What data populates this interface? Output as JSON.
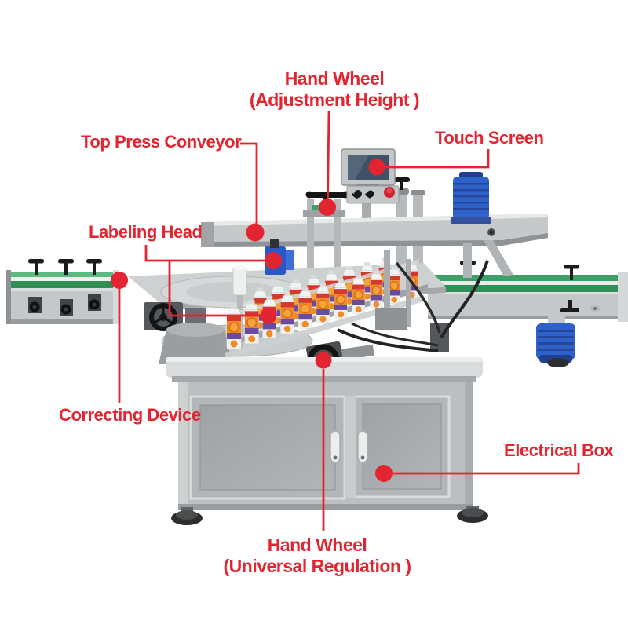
{
  "labels": {
    "hand_wheel_top": {
      "line1": "Hand Wheel",
      "line2": "(Adjustment Height )"
    },
    "touch_screen": {
      "text": "Touch Screen"
    },
    "top_press_conveyor": {
      "text": "Top Press Conveyor"
    },
    "labeling_head": {
      "text": "Labeling Head"
    },
    "correcting_device": {
      "text": "Correcting Device"
    },
    "electrical_box": {
      "text": "Electrical Box"
    },
    "hand_wheel_bottom": {
      "line1": "Hand Wheel",
      "line2": "(Universal Regulation )"
    }
  },
  "colors": {
    "annotation-red": "#e32531",
    "rail-green": "#3fa065",
    "motor-blue": "#2f62c8",
    "bottle-orange": "#ef8b2a",
    "bottle-purple": "#6b4ba0",
    "screen-navy": "#3e5166",
    "steel-light": "#d6d8d9",
    "steel-mid": "#bdc0c2",
    "steel-dark": "#8f9395"
  }
}
